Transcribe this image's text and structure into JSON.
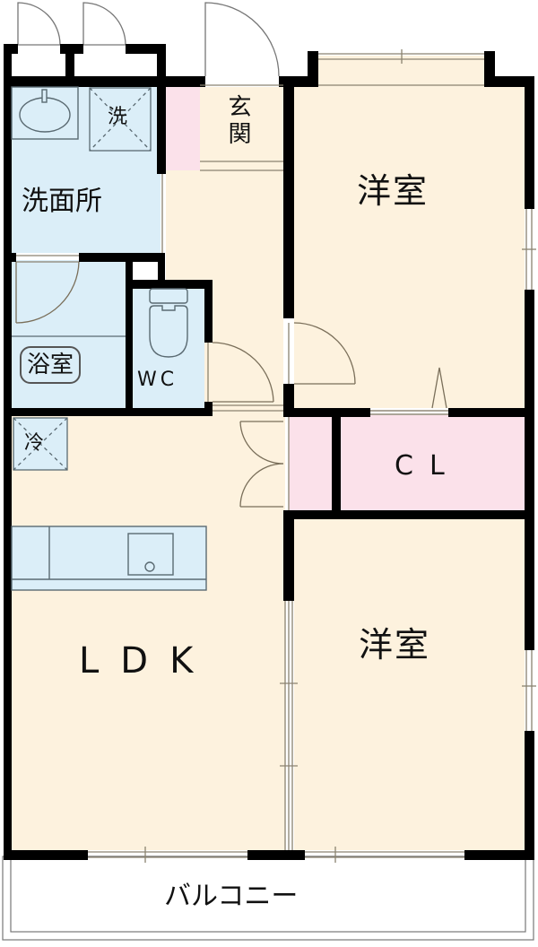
{
  "floorplan": {
    "rooms": {
      "washroom": {
        "label": "洗面所",
        "fill": "#dbeef8"
      },
      "washing_machine": {
        "label": "洗"
      },
      "entrance": {
        "label": "玄関",
        "fill": "#fdf2de"
      },
      "western_room_1": {
        "label": "洋室",
        "fill": "#fdf2de"
      },
      "bathroom": {
        "label": "浴室",
        "fill": "#dbeef8"
      },
      "toilet": {
        "label": "WC",
        "fill": "#dbeef8"
      },
      "refrigerator": {
        "label": "冷"
      },
      "closet": {
        "label": "CL",
        "fill": "#fbe1ea"
      },
      "ldk": {
        "label": "LDK",
        "fill": "#fdf2de"
      },
      "western_room_2": {
        "label": "洋室",
        "fill": "#fdf2de"
      },
      "balcony": {
        "label": "バルコニー",
        "fill": "#ffffff"
      }
    },
    "colors": {
      "wall": "#000000",
      "floor": "#fdf2de",
      "wet_area": "#dbeef8",
      "storage": "#fbe1ea",
      "fixture_line": "#5a6a72",
      "door_line": "#7a6f5a"
    }
  }
}
